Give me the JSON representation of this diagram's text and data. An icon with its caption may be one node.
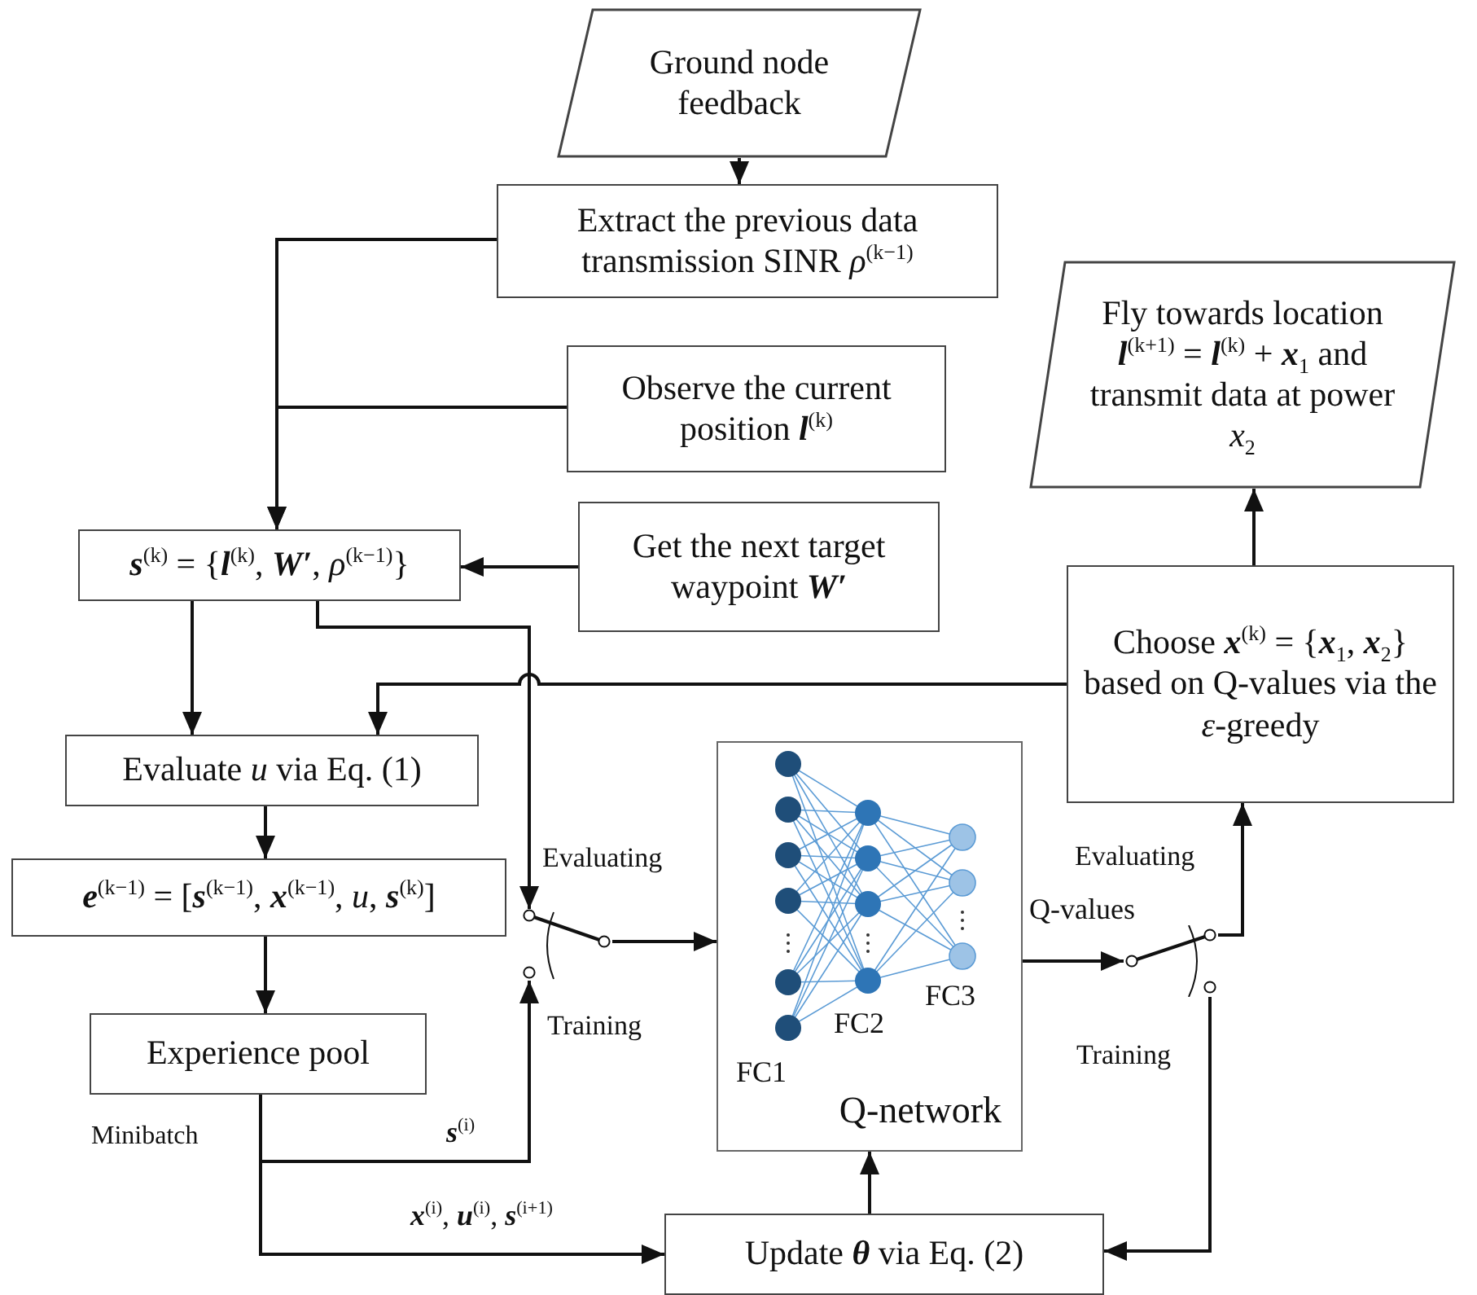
{
  "diagram": {
    "nodes": [
      {
        "text": [
          "Ground node feedback"
        ]
      },
      {
        "text": [
          "Extract the previous data transmission SINR *ρ*$^{(k−1)}$"
        ]
      },
      {
        "text": [
          "Observe the current position **l**$^{(k)}$"
        ]
      },
      {
        "text": [
          "Fly towards location **l**$^{(k+1)}$ = **l**$^{(k)}$ + **x**$_{1}$ and transmit data at power *x*$_{2}$"
        ]
      },
      {
        "text": [
          "**s**$^{(k)}$ = {**l**$^{(k)}$, **W′**, *ρ*$^{(k−1)}$}"
        ]
      },
      {
        "text": [
          "Get the next target waypoint **W′**"
        ]
      },
      {
        "text": [
          "Choose **x**$^{(k)}$ = {**x**$_{1}$, **x**$_{2}$} based on Q-values via the *ε*-greedy"
        ]
      },
      {
        "text": [
          "Evaluate *u* via Eq. (1)"
        ]
      },
      {
        "text": [
          "**e**$^{(k−1)}$ = [**s**$^{(k−1)}$, **x**$^{(k−1)}$, *u*, **s**$^{(k)}$]"
        ]
      },
      {
        "text": [
          "Experience pool"
        ]
      },
      {
        "text": [
          "Q-network"
        ]
      },
      {
        "text": [],
        "shape": "switch"
      },
      {
        "text": [],
        "shape": "switch"
      },
      {
        "text": [
          "Update **θ** via Eq. (2)"
        ]
      }
    ],
    "edges": [
      {
        "from": 0,
        "to": 1,
        "arrow": "to"
      },
      {
        "from": 1,
        "to": 4,
        "arrow": "to"
      },
      {
        "from": 2,
        "to": 4,
        "arrow": "to"
      },
      {
        "from": 5,
        "to": 4,
        "arrow": "to"
      },
      {
        "from": 6,
        "to": 3,
        "arrow": "to"
      },
      {
        "from": 4,
        "to": 7,
        "arrow": "to"
      },
      {
        "from": 4,
        "to": 11,
        "arrow": "to"
      },
      {
        "from": 6,
        "to": 7,
        "arrow": "to"
      },
      {
        "from": 7,
        "to": 8,
        "arrow": "to"
      },
      {
        "from": 8,
        "to": 9,
        "arrow": "to"
      },
      {
        "from": 9,
        "to": 11,
        "arrow": "to",
        "label": "**s**$^{(i)}$"
      },
      {
        "from": 9,
        "to": 13,
        "arrow": "to",
        "label": "**x**$^{(i)}$, **u**$^{(i)}$, **s**$^{(i+1)}$"
      },
      {
        "from": 11,
        "to": 10,
        "arrow": "to"
      },
      {
        "from": 10,
        "to": 12,
        "arrow": "to",
        "label": "Q-values"
      },
      {
        "from": 12,
        "to": 6,
        "arrow": "to"
      },
      {
        "from": 12,
        "to": 13,
        "arrow": "to"
      },
      {
        "from": 13,
        "to": 10,
        "arrow": "to"
      }
    ],
    "labels": [
      "Evaluating",
      "Evaluating",
      "FC3",
      "FC2",
      "Training",
      "Training",
      "FC1",
      "Minibatch"
    ]
  }
}
